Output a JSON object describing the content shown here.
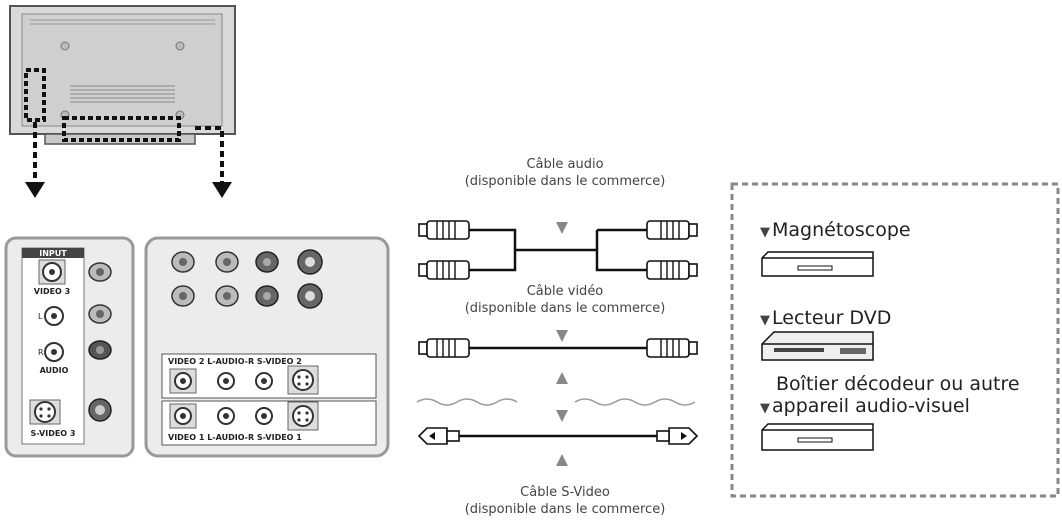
{
  "panel_left": {
    "header": "INPUT",
    "video3": "VIDEO 3",
    "l": "L",
    "r": "R",
    "audio": "AUDIO",
    "svideo3": "S-VIDEO 3"
  },
  "panel_right": {
    "row2_label": "VIDEO 2 L-AUDIO-R S-VIDEO 2",
    "row1_label": "VIDEO 1 L-AUDIO-R S-VIDEO 1"
  },
  "cables": {
    "audio_title": "Câble audio",
    "audio_sub": "(disponible dans le commerce)",
    "video_title": "Câble vidéo",
    "video_sub": "(disponible dans le commerce)",
    "svideo_title": "Câble S-Video",
    "svideo_sub": "(disponible dans le commerce)"
  },
  "devices": {
    "vcr": "Magnétoscope",
    "dvd": "Lecteur DVD",
    "other_line1": "Boîtier décodeur ou autre",
    "other_line2": "appareil audio-visuel"
  }
}
